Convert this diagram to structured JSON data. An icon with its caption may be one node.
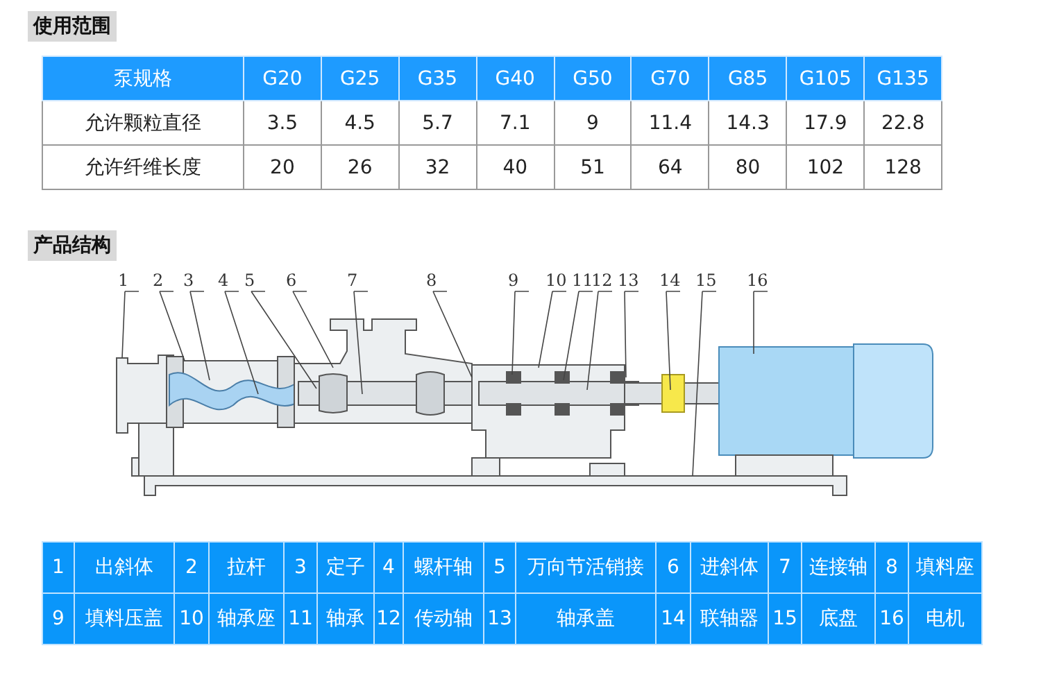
{
  "diagram": {
    "nodes": [
      {
        "text": [
          "1"
        ]
      },
      {
        "text": [
          "2"
        ]
      },
      {
        "text": [
          "3"
        ]
      },
      {
        "text": [
          "4"
        ]
      },
      {
        "text": [
          "5"
        ]
      },
      {
        "text": [
          "6"
        ]
      },
      {
        "text": [
          "7"
        ]
      },
      {
        "text": [
          "8"
        ]
      },
      {
        "text": [
          "9"
        ]
      },
      {
        "text": [
          "10"
        ]
      },
      {
        "text": [
          "11"
        ]
      },
      {
        "text": [
          "12"
        ]
      },
      {
        "text": [
          "13"
        ]
      },
      {
        "text": [
          "14"
        ]
      },
      {
        "text": [
          "15"
        ]
      },
      {
        "text": [
          "16"
        ]
      }
    ],
    "edges": [
      {
        "from": 0,
        "to": null,
        "arrow": "none"
      },
      {
        "from": 1,
        "to": null,
        "arrow": "none"
      },
      {
        "from": 2,
        "to": null,
        "arrow": "none"
      },
      {
        "from": 3,
        "to": null,
        "arrow": "none"
      },
      {
        "from": 4,
        "to": null,
        "arrow": "none"
      },
      {
        "from": 5,
        "to": null,
        "arrow": "none"
      },
      {
        "from": 6,
        "to": null,
        "arrow": "none"
      },
      {
        "from": 7,
        "to": null,
        "arrow": "none"
      },
      {
        "from": 8,
        "to": null,
        "arrow": "none"
      },
      {
        "from": 9,
        "to": null,
        "arrow": "none"
      },
      {
        "from": 10,
        "to": null,
        "arrow": "none"
      },
      {
        "from": 11,
        "to": null,
        "arrow": "none"
      },
      {
        "from": 12,
        "to": null,
        "arrow": "none"
      },
      {
        "from": 13,
        "to": null,
        "arrow": "none"
      },
      {
        "from": 14,
        "to": null,
        "arrow": "none"
      },
      {
        "from": 15,
        "to": null,
        "arrow": "none"
      }
    ],
    "labels": [
      "使用范围",
      "泵规格",
      "G20",
      "G25",
      "G35",
      "G40",
      "G50",
      "G70",
      "G85",
      "G105",
      "G135",
      "允许颗粒直径",
      "3.5",
      "4.5",
      "5.7",
      "7.1",
      "9",
      "11.4",
      "14.3",
      "17.9",
      "22.8",
      "允许纤维长度",
      "20",
      "26",
      "32",
      "40",
      "51",
      "64",
      "80",
      "102",
      "128",
      "产品结构",
      "1",
      "出斜体",
      "2",
      "拉杆",
      "3",
      "定子",
      "4",
      "螺杆轴",
      "5",
      "万向节活销接",
      "6",
      "进斜体",
      "7",
      "连接轴",
      "8",
      "填料座",
      "9",
      "填料压盖",
      "10",
      "轴承座",
      "11",
      "轴承",
      "12",
      "传动轴",
      "13",
      "轴承盖",
      "14",
      "联轴器",
      "15",
      "底盘",
      "16",
      "电机"
    ]
  }
}
